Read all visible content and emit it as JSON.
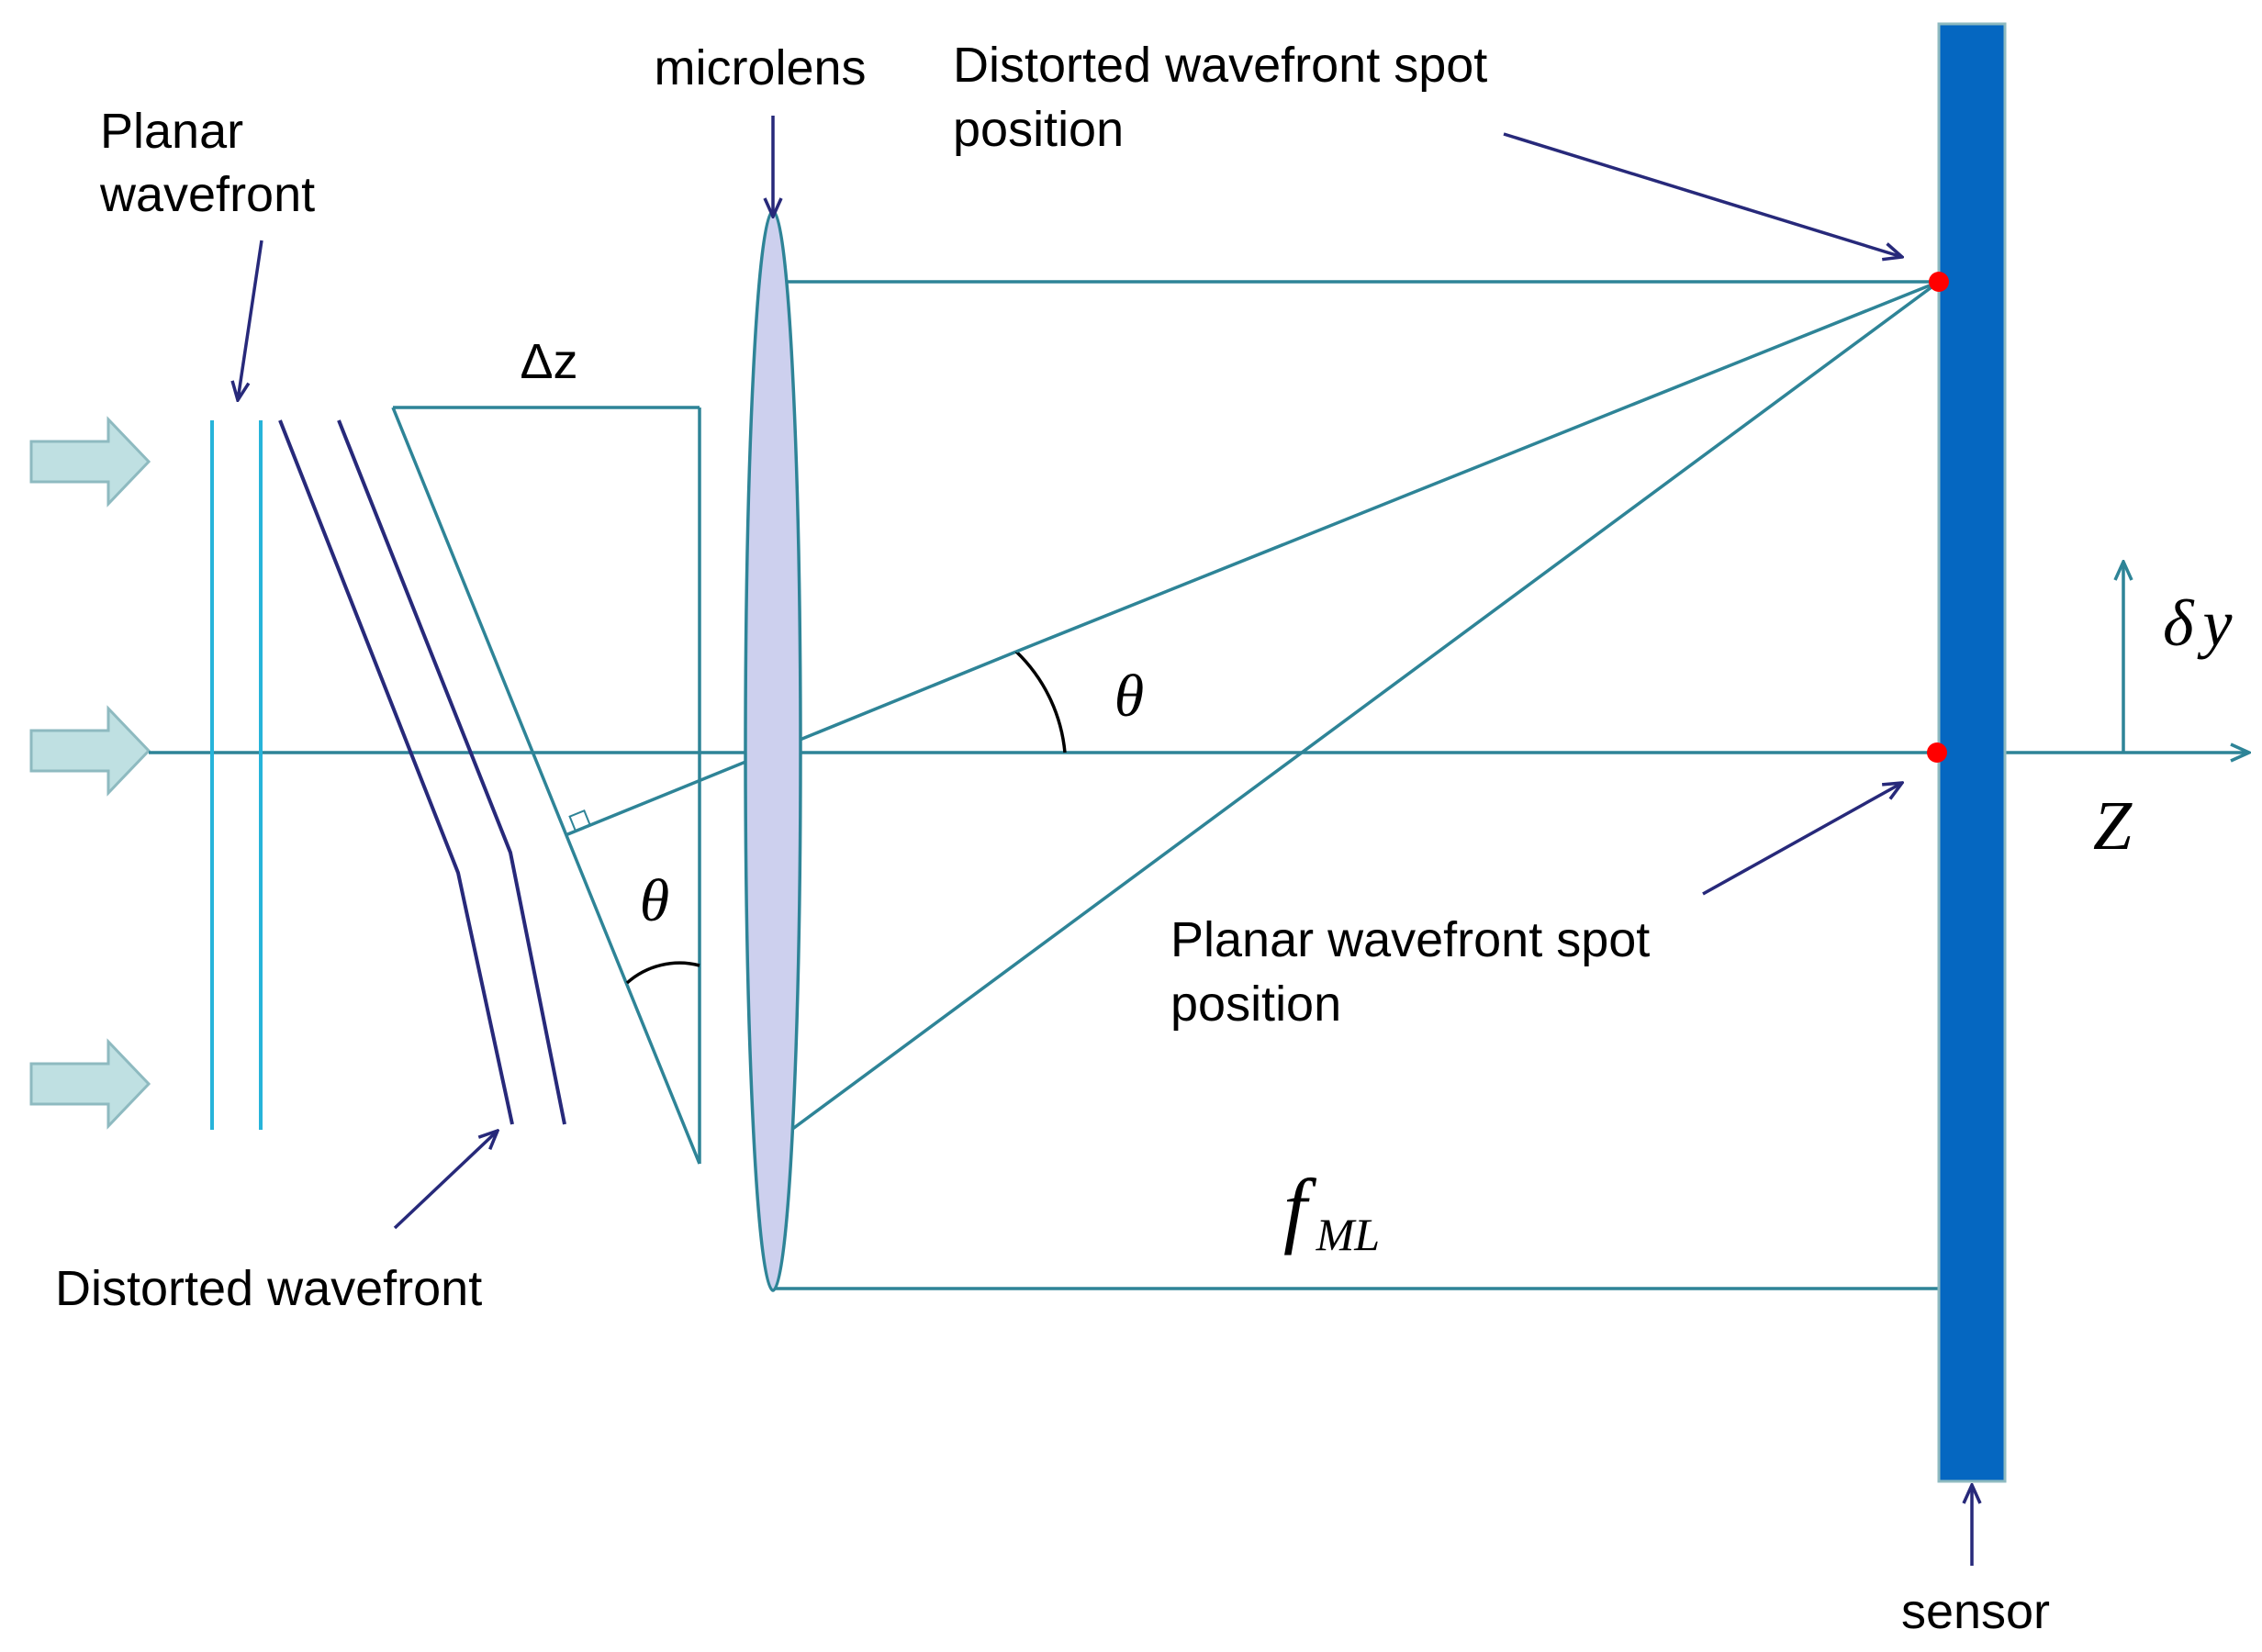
{
  "labels": {
    "microlens": "microlens",
    "distorted_spot_line1": "Distorted wavefront spot",
    "distorted_spot_line2": "position",
    "planar_wavefront_line1": "Planar",
    "planar_wavefront_line2": "wavefront",
    "delta_z": "Δz",
    "theta_upper": "θ",
    "theta_lower": "θ",
    "delta_y_delta": "δ",
    "delta_y_y": "y",
    "z_axis": "Z",
    "planar_spot_line1": "Planar wavefront spot",
    "planar_spot_line2": "position",
    "f_main": "f",
    "f_sub": "ML",
    "distorted_wavefront": "Distorted wavefront",
    "sensor": "sensor"
  },
  "colors": {
    "ray": "#2E8497",
    "planar_wave": "#27B4DA",
    "distorted_wave": "#27297A",
    "annotation_arrow": "#27297A",
    "lens_fill": "#CDD0EE",
    "sensor": "#0567C1",
    "spot": "#FF0000",
    "input_arrow_fill": "#BFE0E2",
    "input_arrow_stroke": "#8EBAC0"
  },
  "icons": {
    "input_arrows": "block-arrow-right-icon",
    "spots": "red-dot-icon"
  }
}
